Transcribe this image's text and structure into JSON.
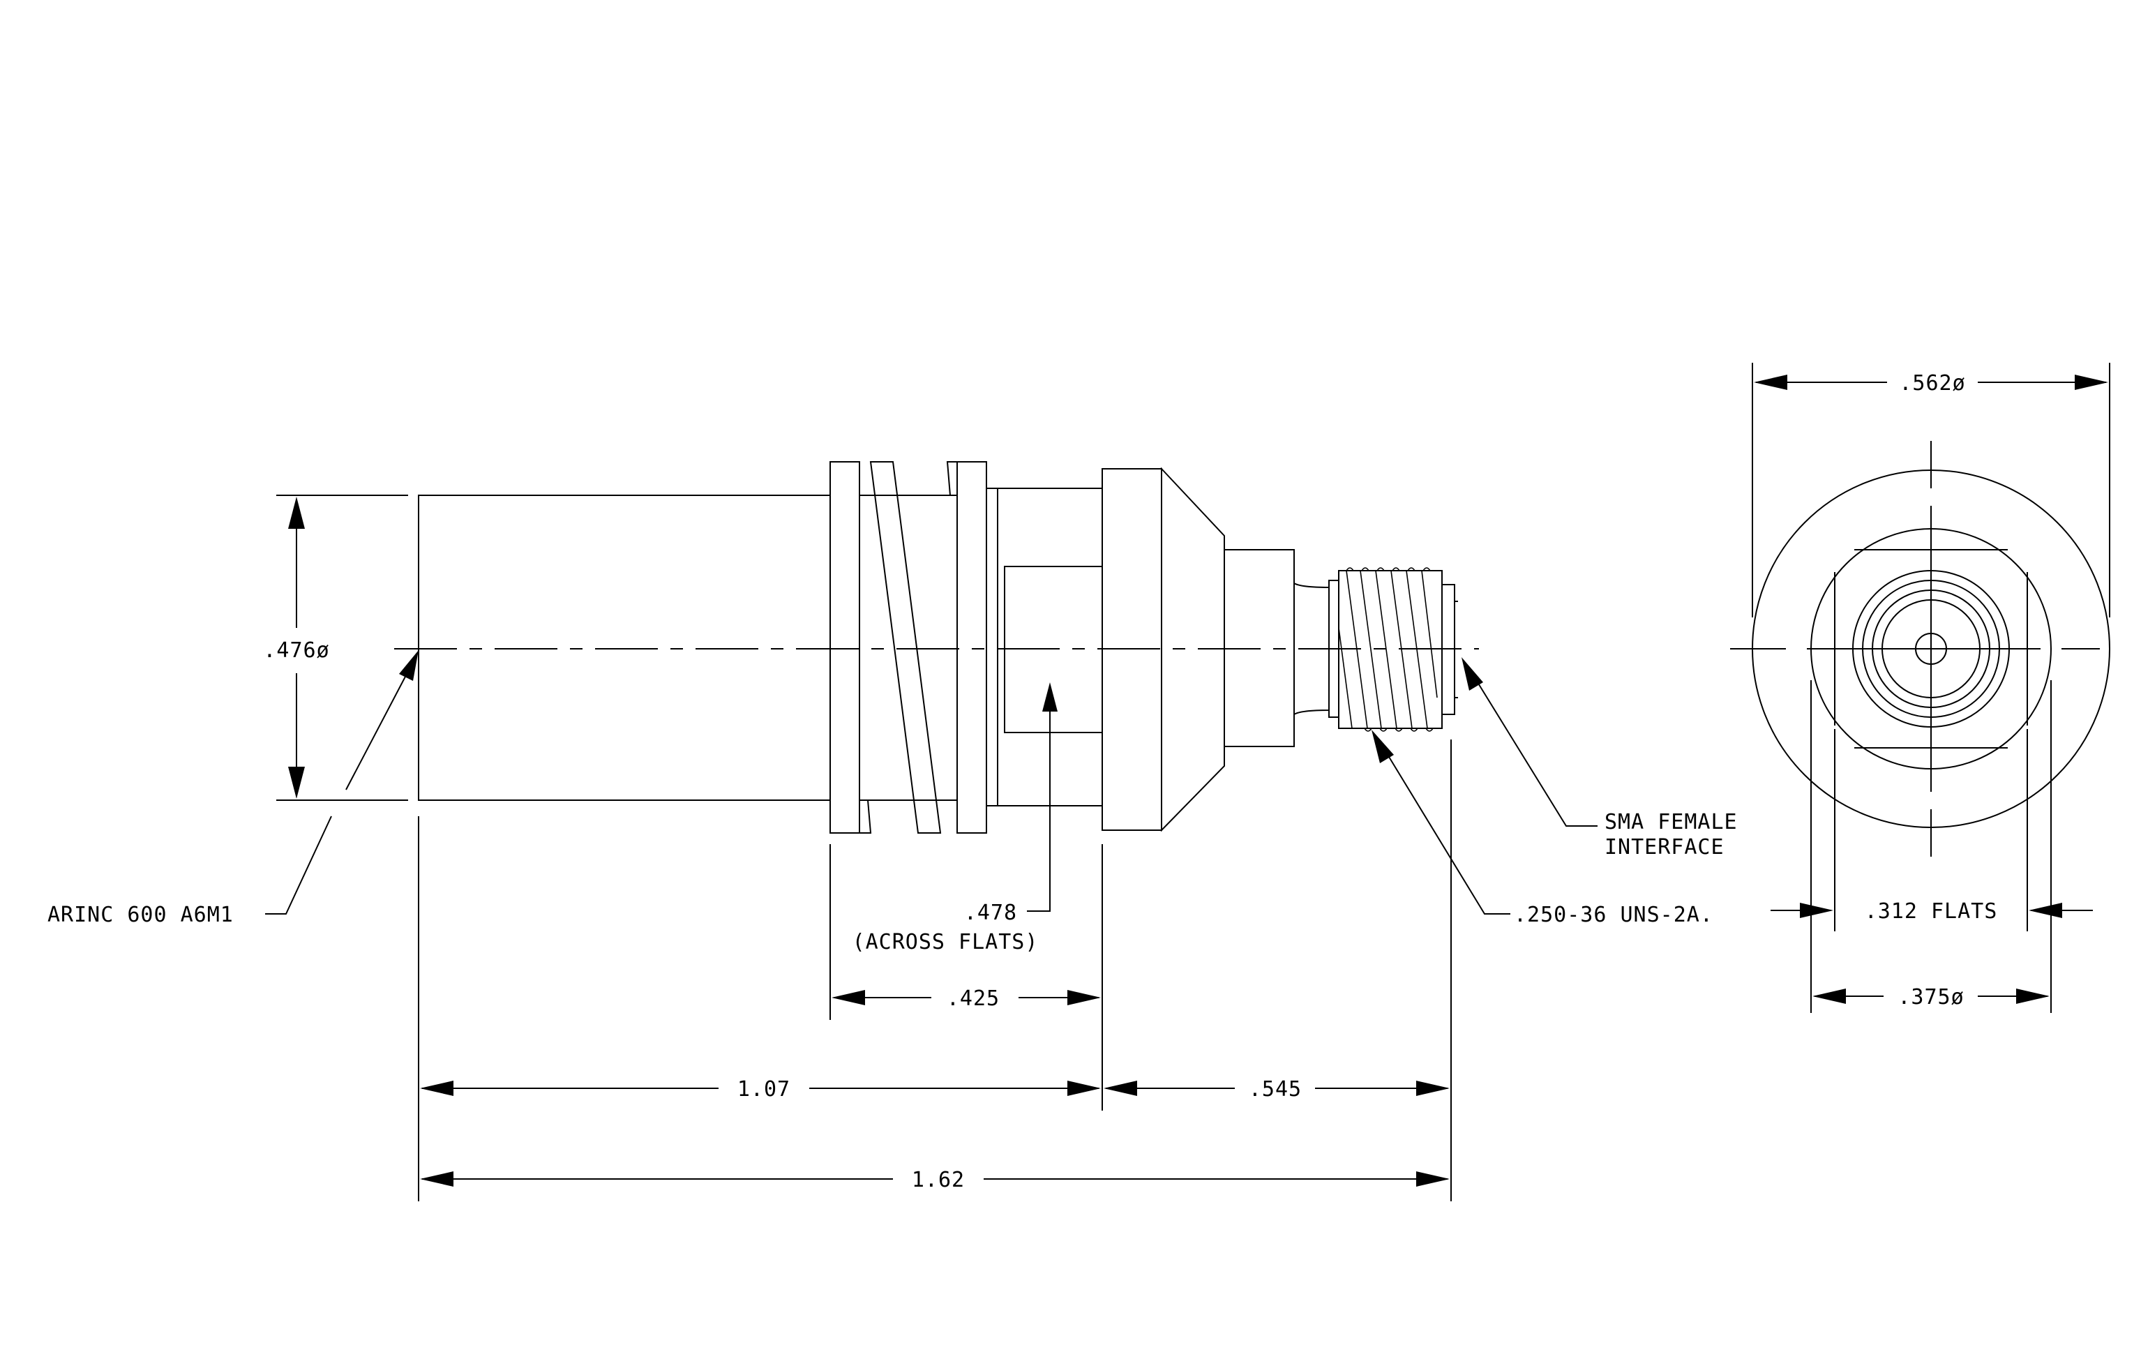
{
  "dimensions": {
    "body_diameter": ".476ø",
    "face_diameter": ".562ø",
    "across_flats_value": ".478",
    "across_flats_note": "(ACROSS FLATS)",
    "hex_length": ".425",
    "front_length": "1.07",
    "rear_length": ".545",
    "overall_length": "1.62",
    "thread_spec": ".250-36 UNS-2A.",
    "flats_width": ".312 FLATS",
    "thread_diameter": ".375ø"
  },
  "callouts": {
    "arinc": "ARINC 600 A6M1",
    "sma_line1": "SMA FEMALE",
    "sma_line2": "INTERFACE"
  },
  "colors": {
    "line": "#000000",
    "background": "#ffffff"
  }
}
